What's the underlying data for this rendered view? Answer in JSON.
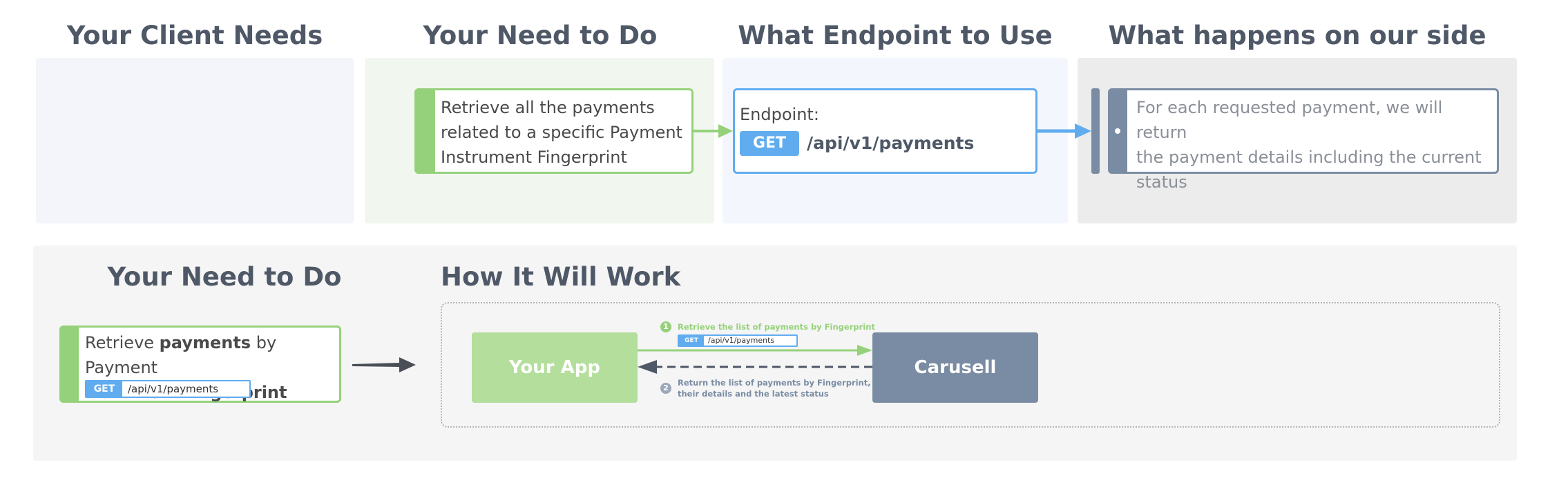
{
  "top": {
    "headings": {
      "client_needs": "Your Client Needs",
      "need_to_do": "Your Need to Do",
      "endpoint": "What Endpoint to Use",
      "our_side": "What happens on our side"
    },
    "need_card": {
      "line1": "Retrieve all the payments",
      "line2": "related to a specific Payment",
      "line3": "Instrument Fingerprint"
    },
    "endpoint_card": {
      "label": "Endpoint:",
      "method": "GET",
      "path": "/api/v1/payments"
    },
    "our_side_card": {
      "line1": "For each requested payment, we will return",
      "line2": "the payment details including the current",
      "line3": "status"
    }
  },
  "bottom": {
    "headings": {
      "need_to_do": "Your Need to Do",
      "how_it_works": "How It Will Work"
    },
    "need_card": {
      "part1": "Retrieve ",
      "bold1": "payments",
      "part2": " by Payment",
      "part3": "Instrument ",
      "bold2": "Fingerprint",
      "method": "GET",
      "path": "/api/v1/payments"
    },
    "flow": {
      "app_label": "Your App",
      "server_label": "Carusell",
      "step1_number": "1",
      "step1_text": "Retrieve the list of payments by Fingerprint",
      "step1_method": "GET",
      "step1_path": "/api/v1/payments",
      "step2_number": "2",
      "step2_line1": "Return the list of payments by Fingerprint,",
      "step2_line2": "their details and the latest status"
    }
  },
  "colors": {
    "green": "#95d17a",
    "blue": "#60acef",
    "slate": "#7a8ca3",
    "heading": "#4f5867",
    "dark_arrow": "#4a4f57"
  }
}
